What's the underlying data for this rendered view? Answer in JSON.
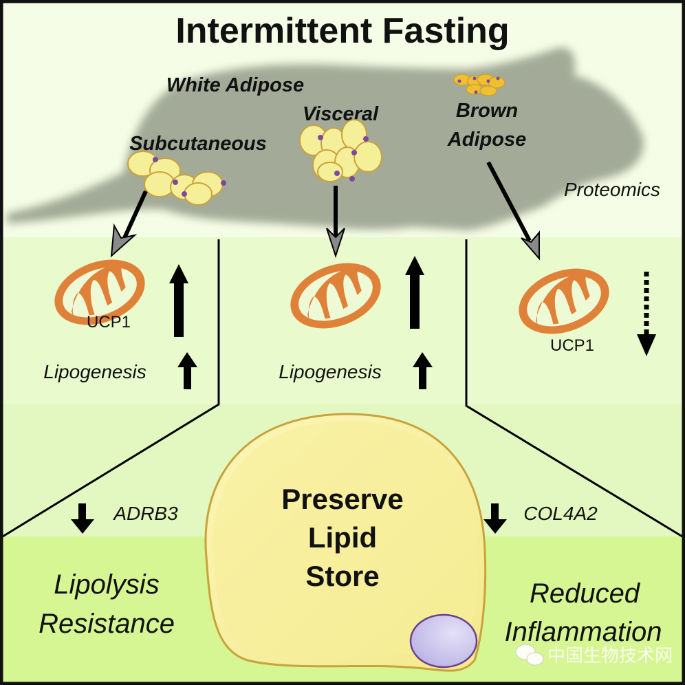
{
  "title": "Intermittent Fasting",
  "mouse": {
    "labels": {
      "white_adipose": "White Adipose",
      "visceral": "Visceral",
      "subcutaneous": "Subcutaneous",
      "brown_adipose_line1": "Brown",
      "brown_adipose_line2": "Adipose",
      "proteomics": "Proteomics"
    }
  },
  "panels": {
    "subcutaneous": {
      "ucp1": "UCP1",
      "ucp1_direction": "up",
      "lipogenesis": "Lipogenesis",
      "lipogenesis_direction": "up"
    },
    "visceral": {
      "lipogenesis": "Lipogenesis",
      "mito_direction": "up",
      "lipogenesis_direction": "up"
    },
    "brown": {
      "ucp1": "UCP1",
      "ucp1_direction": "down-dashed"
    }
  },
  "bottom": {
    "left_marker": "ADRB3",
    "left_marker_direction": "down",
    "right_marker": "COL4A2",
    "right_marker_direction": "down",
    "left_outcome_line1": "Lipolysis",
    "left_outcome_line2": "Resistance",
    "right_outcome_line1": "Reduced",
    "right_outcome_line2": "Inflammation",
    "center_line1": "Preserve",
    "center_line2": "Lipid",
    "center_line3": "Store"
  },
  "watermark": "中国生物技术网",
  "colors": {
    "bg_top": "#f6fde6",
    "bg_mid": "#e9fbcd",
    "bg_mid2": "#e3f8c0",
    "bg_bottom": "#d6f593",
    "mouse": "#a3ab98",
    "mito": "#e0813a",
    "fat_cell": "#f6ef9a",
    "fat_cell_border": "#c9a23a",
    "nucleus": "#7b4aa0",
    "brown_cell": "#f0c030",
    "lipid_nucleus": "#c9c3ea"
  }
}
